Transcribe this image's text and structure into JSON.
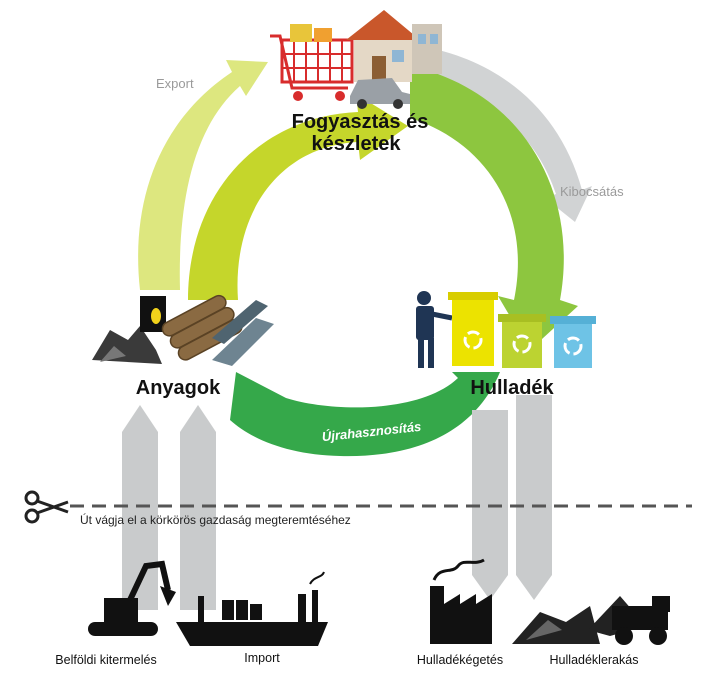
{
  "nodes": {
    "consumption_line1": "Fogyasztás és",
    "consumption_line2": "készletek",
    "materials": "Anyagok",
    "waste": "Hulladék"
  },
  "flows": {
    "export": "Export",
    "emission": "Kibocsátás",
    "recycling": "Újrahasznosítás"
  },
  "cut_line": {
    "text": "Út vágja el a körkörös gazdaság megteremtéséhez"
  },
  "sources": {
    "domestic_extraction": "Belföldi kitermelés",
    "import": "Import",
    "incineration": "Hulladékégetés",
    "landfill": "Hulladéklerakás"
  },
  "colors": {
    "materials_arrow": "#c5d62b",
    "consumption_arrow": "#8dc63f",
    "recycling_arrow": "#35a84a",
    "export_arrow": "#dde77f",
    "emission_arrow": "#d1d3d4",
    "grey_flow": "#c9cbcc",
    "bin_yellow": "#ece300",
    "bin_lime": "#bcd331",
    "bin_blue": "#6ec3e6"
  }
}
